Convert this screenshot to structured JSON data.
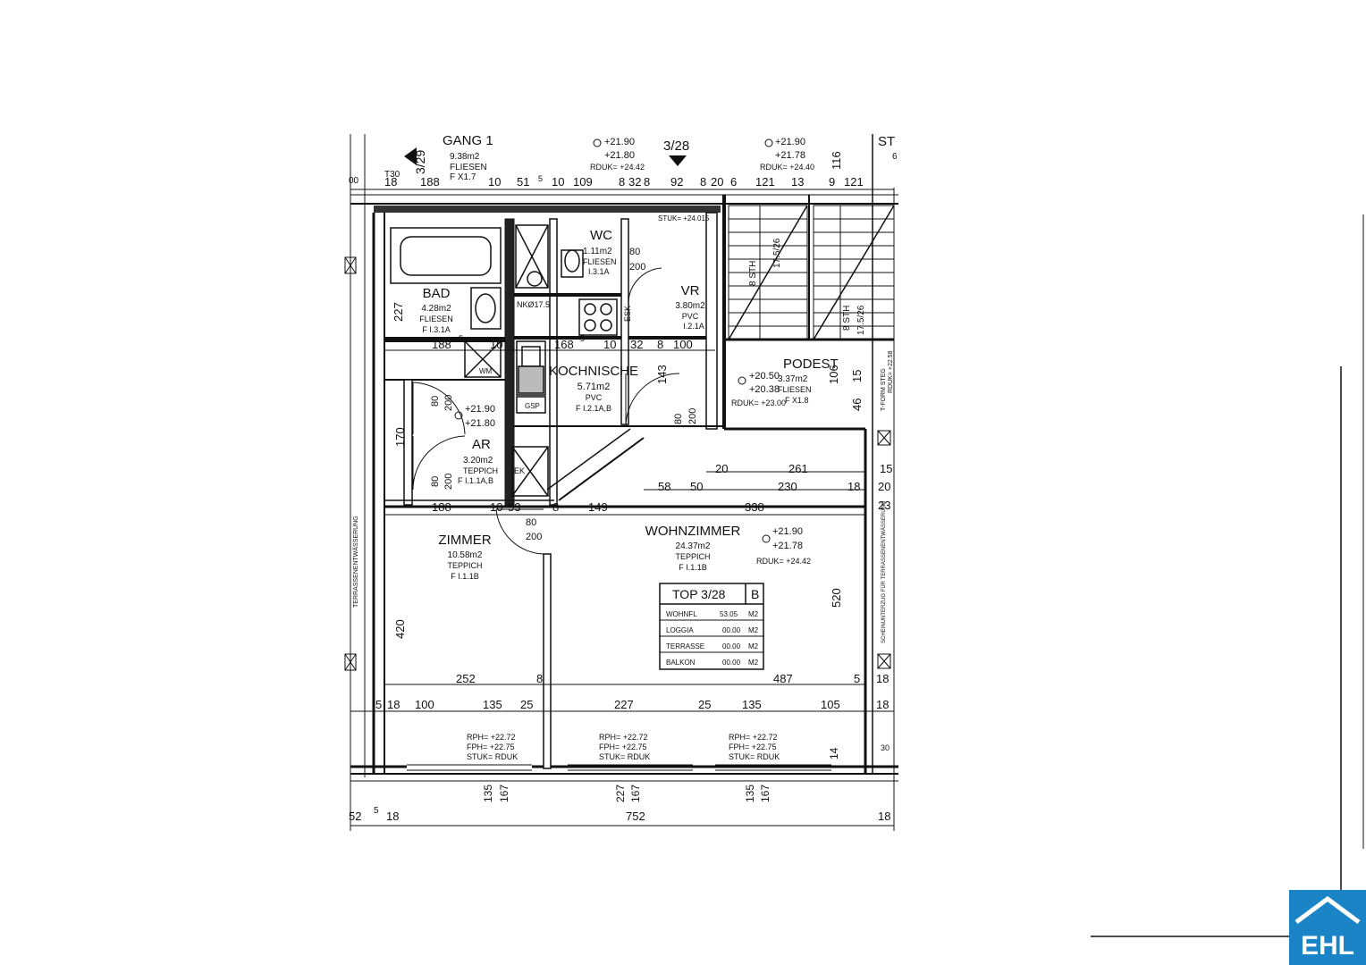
{
  "header": {
    "gang_label": "GANG 1",
    "gang_area": "9.38m2",
    "gang_floor": "FLIESEN",
    "gang_code": "F X1.7",
    "unit_left": "3/29",
    "unit_center": "3/28",
    "level1_a": "+21.90",
    "level1_b": "+21.80",
    "rduk1": "RDUK= +24.42",
    "level2_a": "+21.90",
    "level2_b": "+21.78",
    "rduk2": "RDUK= +24.40",
    "dim_116": "116",
    "stair_label": "ST",
    "stair_sub": "6",
    "stuk": "STUK= +24.015",
    "t30": "T30",
    "dim_00": "00"
  },
  "dims_top": [
    "18",
    "188",
    "10",
    "51",
    "5",
    "10",
    "109",
    "8",
    "32",
    "8",
    "92",
    "8",
    "20",
    "6",
    "121",
    "13",
    "9",
    "121"
  ],
  "rooms": {
    "bad": {
      "name": "BAD",
      "area": "4.28m2",
      "floor": "FLIESEN",
      "code": "F I.3.1A"
    },
    "wc": {
      "name": "WC",
      "area": "1.11m2",
      "floor": "FLIESEN",
      "code": "I.3.1A"
    },
    "vr": {
      "name": "VR",
      "area": "3.80m2",
      "floor": "PVC",
      "code": "I.2.1A"
    },
    "kochnische": {
      "name": "KOCHNISCHE",
      "area": "5.71m2",
      "floor": "PVC",
      "code": "F I.2.1A,B"
    },
    "podest": {
      "name": "PODEST",
      "area": "3.37m2",
      "floor": "FLIESEN",
      "code": "F X1.8",
      "level_a": "+20.50",
      "level_b": "+20.38",
      "rduk": "RDUK= +23.00"
    },
    "ar": {
      "name": "AR",
      "area": "3.20m2",
      "floor": "TEPPICH",
      "code": "F I.1.1A,B",
      "level_a": "+21.90",
      "level_b": "+21.80"
    },
    "zimmer": {
      "name": "ZIMMER",
      "area": "10.58m2",
      "floor": "TEPPICH",
      "code": "F I.1.1B"
    },
    "wohnzimmer": {
      "name": "WOHNZIMMER",
      "area": "24.37m2",
      "floor": "TEPPICH",
      "code": "F I.1.1B",
      "level_a": "+21.90",
      "level_b": "+21.78",
      "rduk": "RDUK= +24.42"
    }
  },
  "labels": {
    "nk": "NKØ17.5",
    "esk": "ESK",
    "wm": "WM",
    "gsp": "GSP",
    "ek": "EK",
    "dim_227": "227",
    "dim_170": "170",
    "dim_420": "420",
    "dim_520": "520",
    "dim_143": "143",
    "dim_106": "106",
    "dim_15": "15",
    "dim_46": "46",
    "row1": [
      "188",
      "5",
      "10",
      "168",
      "5",
      "10",
      "32",
      "8",
      "100"
    ],
    "row2": [
      "188",
      "10",
      "53",
      "8",
      "149",
      "338"
    ],
    "row2b": [
      "80",
      "200"
    ],
    "row3": [
      "58",
      "50",
      "230",
      "18",
      "20"
    ],
    "row3b": [
      "20",
      "261",
      "15"
    ],
    "row4": [
      "252",
      "8",
      "487",
      "5",
      "18"
    ],
    "row5": [
      "5",
      "18",
      "100",
      "135",
      "25",
      "227",
      "25",
      "135",
      "105",
      "18"
    ],
    "row_bottom": [
      "52",
      "5",
      "18",
      "752",
      "18"
    ],
    "sill": [
      "135",
      "167",
      "227",
      "167",
      "135",
      "167"
    ],
    "door_dims": [
      "80",
      "200",
      "80",
      "200",
      "80",
      "200",
      "80",
      "200"
    ],
    "rph_a": "RPH= +22.72",
    "fph_a": "FPH= +22.75",
    "stuk_a": "STUK= RDUK",
    "dim_14": "14",
    "dim_30": "30",
    "dim_23": "23",
    "dim_18": "18",
    "stair_text1": "8 STH",
    "stair_text2": "17.5/26",
    "vert_left": "TERRASSENENTWÄSSERUNG",
    "vert_right": "SCHEINUNTERZUG FÜR TERRASSENENTWÄSSERUNG",
    "t_form": "T-FORM STEG",
    "rduk_vert": "RDUK= +22.58"
  },
  "summary": {
    "title": "TOP 3/28",
    "badge": "B",
    "rows": [
      {
        "label": "WOHNFL",
        "value": "53.05",
        "unit": "M2"
      },
      {
        "label": "LOGGIA",
        "value": "00.00",
        "unit": "M2"
      },
      {
        "label": "TERRASSE",
        "value": "00.00",
        "unit": "M2"
      },
      {
        "label": "BALKON",
        "value": "00.00",
        "unit": "M2"
      }
    ]
  },
  "logo": {
    "text": "EHL",
    "color": "#1a84c7"
  }
}
